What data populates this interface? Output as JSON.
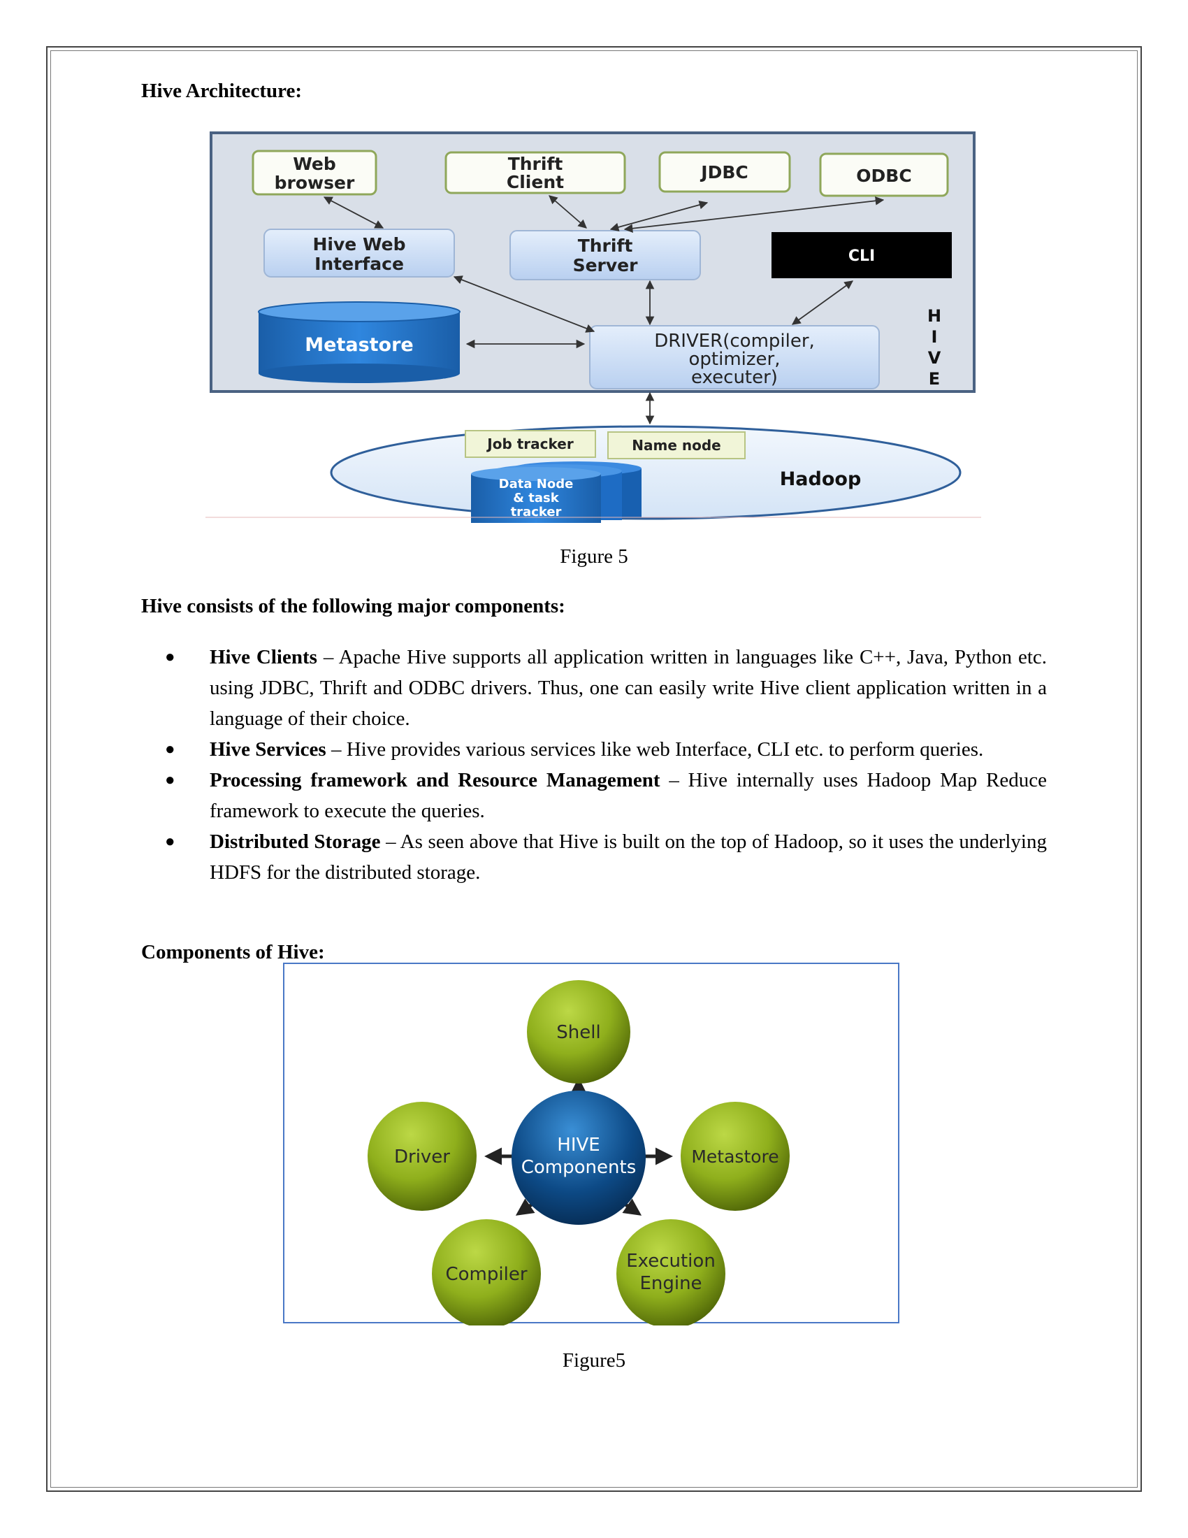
{
  "heading1": "Hive Architecture:",
  "figure1": {
    "web_browser": [
      "Web",
      "browser"
    ],
    "thrift_client": [
      "Thrift",
      "Client"
    ],
    "jdbc": "JDBC",
    "odbc": "ODBC",
    "hive_web_interface": [
      "Hive Web",
      "Interface"
    ],
    "thrift_server": [
      "Thrift",
      "Server"
    ],
    "cli": "CLI",
    "metastore": "Metastore",
    "driver": [
      "DRIVER(compiler,",
      "optimizer,",
      "executer)"
    ],
    "hive_letters": [
      "H",
      "I",
      "V",
      "E"
    ],
    "job_tracker": "Job tracker",
    "name_node": "Name node",
    "data_node": [
      "Data Node",
      "& task",
      "tracker"
    ],
    "hadoop": "Hadoop"
  },
  "caption1": "Figure 5",
  "heading2": "Hive consists of the following major components:",
  "bullets": [
    {
      "term": "Hive Clients",
      "text": " – Apache Hive supports all application written in languages like C++, Java, Python etc. using JDBC, Thrift and ODBC drivers. Thus, one can easily write Hive client application written in a language of their choice."
    },
    {
      "term": "Hive Services",
      "text": " – Hive provides various services like web Interface, CLI etc. to perform queries."
    },
    {
      "term": "Processing framework and Resource Management",
      "text": " – Hive internally uses Hadoop Map Reduce framework to execute the queries."
    },
    {
      "term": "Distributed Storage",
      "text": " – As seen above that Hive is built on the top of Hadoop, so it uses the underlying HDFS for the distributed storage."
    }
  ],
  "heading3": "Components of Hive:",
  "figure2": {
    "center": [
      "HIVE",
      "Components"
    ],
    "shell": "Shell",
    "driver": "Driver",
    "metastore": "Metastore",
    "compiler": "Compiler",
    "execution_engine": [
      "Execution",
      "Engine"
    ]
  },
  "caption2": "Figure5",
  "colors": {
    "diagram_bg": "#d9dfe8",
    "diagram_border": "#4a6282",
    "box_blue": "#cfe0f7",
    "metastore_blue": "#1f6fc0",
    "client_box_border": "#8fa75a",
    "green_circle": "#8faf1c",
    "center_circle": "#0d4a86"
  }
}
